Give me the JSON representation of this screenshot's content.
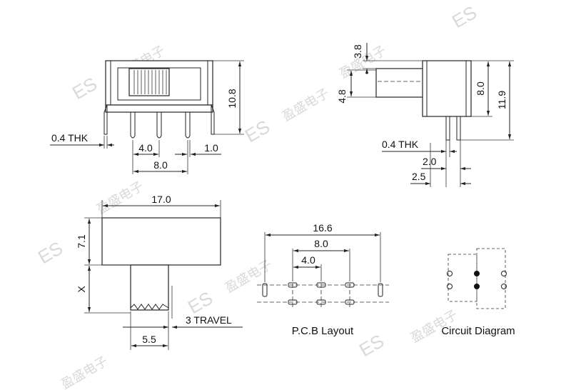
{
  "top_view": {
    "thk_label": "0.4 THK",
    "height_label": "10.8",
    "pitch_label": "4.0",
    "pin_offset_label": "1.0",
    "span_label": "8.0"
  },
  "side_view": {
    "lever_offset_label": "3.8",
    "lever_height_label": "4.8",
    "body_height_label": "8.0",
    "total_height_label": "11.9",
    "thk_label": "0.4 THK",
    "pin_a_label": "2.0",
    "pin_b_label": "2.5"
  },
  "front_view": {
    "width_label": "17.0",
    "body_label": "7.1",
    "actuator_label": "X",
    "travel_label": "3 TRAVEL",
    "actuator_width_label": "5.5"
  },
  "pcb_layout": {
    "caption": "P.C.B Layout",
    "outer_label": "16.6",
    "span_label": "8.0",
    "pitch_label": "4.0"
  },
  "circuit": {
    "caption": "Circuit Diagram"
  },
  "watermark": {
    "text": "ES",
    "chars": "盈盛电子"
  }
}
